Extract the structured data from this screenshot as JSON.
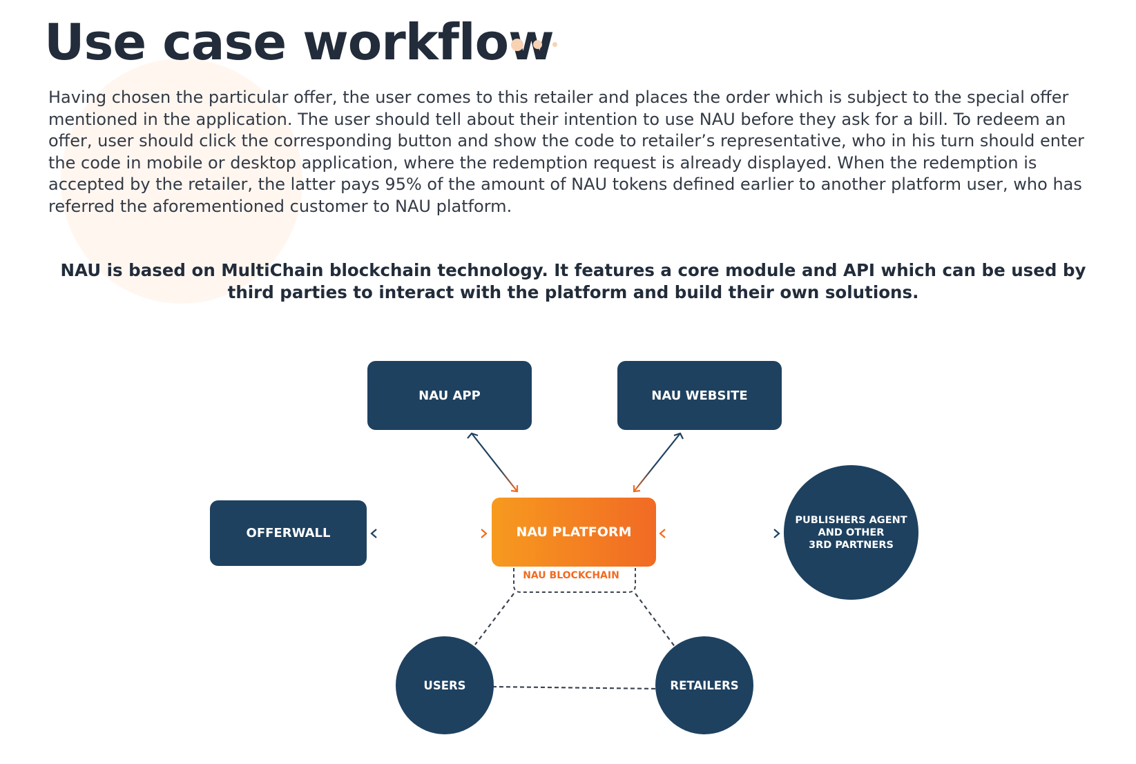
{
  "page": {
    "title": "Use case workflow",
    "paragraph": "Having chosen the particular offer, the user comes to this retailer and places the order which is subject to the special offer mentioned in the application. The user should tell about their intention to use NAU before they ask for a bill. To redeem an offer, user should click the corresponding button and show the code to retailer’s representative, who in his turn should enter the code in mobile or desktop application, where the redemption request is already displayed. When the redemption is accepted by the retailer, the latter pays 95% of the amount of NAU tokens defined earlier to another platform user, who has referred the aforementioned customer to NAU platform.",
    "note": "NAU is based on MultiChain blockchain technology. It features a core module and API which can be used by third parties to interact with the platform and build their own solutions."
  },
  "diagram": {
    "nodes": {
      "nau_app": "NAU APP",
      "nau_website": "NAU WEBSITE",
      "offerwall": "OFFERWALL",
      "nau_platform": "NAU PLATFORM",
      "publishers": "PUBLISHERS AGENT\nAND OTHER\n3RD PARTNERS",
      "nau_blockchain": "NAU BLOCKCHAIN",
      "users": "USERS",
      "retailers": "RETAILERS"
    },
    "colors": {
      "node": "#1e4160",
      "accent": "#f26b21",
      "platform_start": "#f79a1f",
      "platform_end": "#f16a24"
    }
  }
}
